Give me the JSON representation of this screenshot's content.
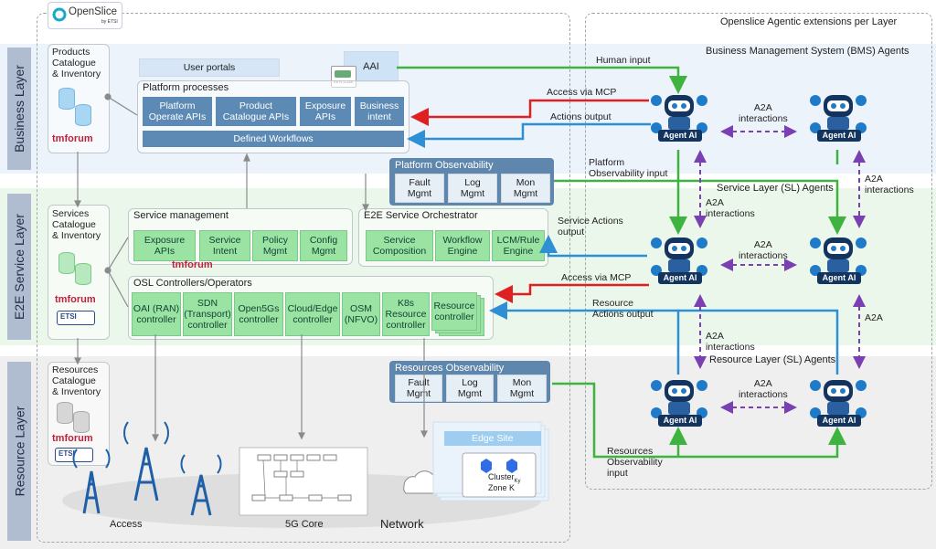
{
  "logo": {
    "name": "OpenSlice",
    "sub": "by ETSI"
  },
  "layers": {
    "business": "Business Layer",
    "service": "E2E Service Layer",
    "resource": "Resource Layer"
  },
  "right_panel": {
    "title": "Openslice Agentic extensions per Layer",
    "bms": "Business Management System (BMS) Agents",
    "sl": "Service Layer (SL) Agents",
    "rl": "Resource Layer (SL) Agents"
  },
  "catalogues": {
    "products": [
      "Products",
      "Catalogue",
      "& Inventory"
    ],
    "services": [
      "Services",
      "Catalogue",
      "& Inventory"
    ],
    "resources": [
      "Resources",
      "Catalogue",
      "& Inventory"
    ],
    "tmforum": "tmforum",
    "etsi": "ETSI"
  },
  "business": {
    "user_portals": "User portals",
    "aai": "AAI",
    "keycloak": "KEYCLOAK",
    "platform_processes": "Platform processes",
    "tiles": [
      [
        "Platform",
        "Operate APIs"
      ],
      [
        "Product",
        "Catalogue APIs"
      ],
      [
        "Exposure",
        "APIs"
      ],
      [
        "Business",
        "intent"
      ]
    ],
    "workflows": "Defined Workflows"
  },
  "platform_obs": {
    "title": "Platform Observability",
    "tiles": [
      [
        "Fault",
        "Mgmt"
      ],
      [
        "Log",
        "Mgmt"
      ],
      [
        "Mon",
        "Mgmt"
      ]
    ]
  },
  "service_mgmt": {
    "title": "Service management",
    "tiles": [
      [
        "Exposure",
        "APIs"
      ],
      [
        "Service",
        "Intent"
      ],
      [
        "Policy",
        "Mgmt"
      ],
      [
        "Config",
        "Mgmt"
      ]
    ]
  },
  "orchestrator": {
    "title": "E2E Service Orchestrator",
    "tiles": [
      [
        "Service",
        "Composition"
      ],
      [
        "Workflow",
        "Engine"
      ],
      [
        "LCM/Rule",
        "Engine"
      ]
    ]
  },
  "controllers": {
    "title": "OSL Controllers/Operators",
    "tiles": [
      [
        "OAI (RAN)",
        "controller"
      ],
      [
        "SDN",
        "(Transport)",
        "controller"
      ],
      [
        "Open5Gs",
        "controller"
      ],
      [
        "Cloud/Edge",
        "controller"
      ],
      [
        "OSM",
        "(NFVO)"
      ],
      [
        "K8s",
        "Resource",
        "controller"
      ],
      [
        "Resource",
        "controller"
      ]
    ]
  },
  "resource_obs": {
    "title": "Resources Observability",
    "tiles": [
      [
        "Fault",
        "Mgmt"
      ],
      [
        "Log",
        "Mgmt"
      ],
      [
        "Mon",
        "Mgmt"
      ]
    ]
  },
  "infra": {
    "access": "Access",
    "core": "5G Core",
    "network": "Network",
    "edge_site": "Edge Site",
    "cluster": "Cluster",
    "cluster_sub": "Ky",
    "zone": "Zone K"
  },
  "agent_label": "Agent AI",
  "arrows": {
    "human_input": "Human input",
    "access_mcp": "Access via MCP",
    "actions_output": "Actions output",
    "platform_obs_input": [
      "Platform",
      "Observability input"
    ],
    "service_actions_output": [
      "Service Actions",
      "output"
    ],
    "access_mcp_2": "Access via MCP",
    "resource_actions_output": [
      "Resource",
      "Actions output"
    ],
    "resources_obs_input": [
      "Resources",
      "Observability",
      "input"
    ],
    "a2a": [
      "A2A",
      "interactions"
    ],
    "a2a_short": "A2A"
  },
  "colors": {
    "green": "#3fb33f",
    "red": "#e02020",
    "blue": "#2f8fd4",
    "purple": "#7a3fb0",
    "gray": "#8a8a8a"
  }
}
